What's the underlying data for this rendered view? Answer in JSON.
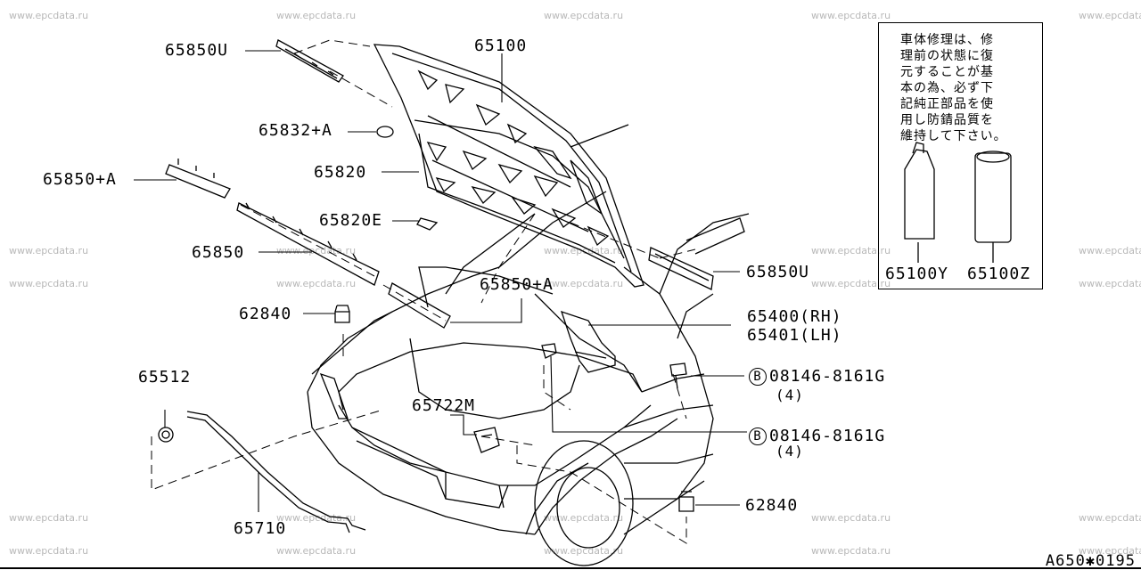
{
  "watermark": "www.epcdata.ru",
  "watermark_rows": [
    {
      "row": 0,
      "cols": [
        0,
        1,
        2,
        3,
        4
      ]
    },
    {
      "row": 1,
      "cols": [
        0,
        1,
        2,
        3,
        4
      ]
    },
    {
      "row": 2,
      "cols": [
        0,
        1,
        2,
        3,
        4
      ]
    },
    {
      "row": 3,
      "cols": [
        0,
        1,
        2,
        3,
        4
      ]
    },
    {
      "row": 4,
      "cols": [
        0,
        1,
        2,
        3,
        4
      ]
    }
  ],
  "parts": {
    "p65850U_top": "65850U",
    "p65100": "65100",
    "p65832A": "65832+A",
    "p65850A_left": "65850+A",
    "p65820": "65820",
    "p65820E": "65820E",
    "p65850": "65850",
    "p65850A_mid": "65850+A",
    "p65850U_right": "65850U",
    "p62840_top": "62840",
    "p65400": "65400(RH)",
    "p65401": "65401(LH)",
    "p65512": "65512",
    "p65722M": "65722M",
    "bolt1_letter": "B",
    "bolt1": "08146-8161G",
    "bolt1_qty": "(4)",
    "bolt2_letter": "B",
    "bolt2": "08146-8161G",
    "bolt2_qty": "(4)",
    "p62840_bottom": "62840",
    "p65710": "65710"
  },
  "note": {
    "lines": [
      "車体修理は、修",
      "理前の状態に復",
      "元することが基",
      "本の為、必ず下",
      "記純正部品を使",
      "用し防錆品質を",
      "維持して下さい。"
    ],
    "item_left": "65100Y",
    "item_right": "65100Z"
  },
  "footer": "A650✱0195"
}
